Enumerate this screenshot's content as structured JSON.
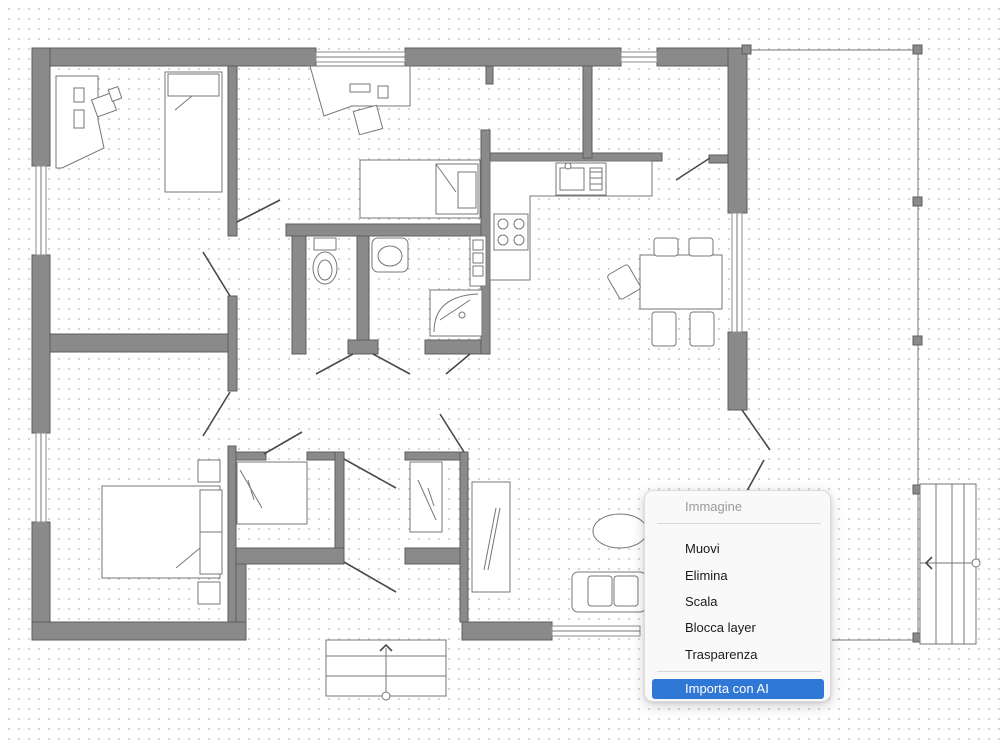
{
  "context_menu": {
    "header": "Immagine",
    "items": [
      {
        "label": "Muovi"
      },
      {
        "label": "Elimina"
      },
      {
        "label": "Scala"
      },
      {
        "label": "Blocca layer"
      },
      {
        "label": "Trasparenza"
      }
    ],
    "highlighted_item": "Importa con AI"
  },
  "colors": {
    "wall": "#8a8a8a",
    "menu_highlight": "#2f78d6",
    "menu_background": "#f9f9f9"
  },
  "icons": {
    "left_arrow": "chevron-left-icon",
    "up_arrow": "chevron-up-icon"
  }
}
